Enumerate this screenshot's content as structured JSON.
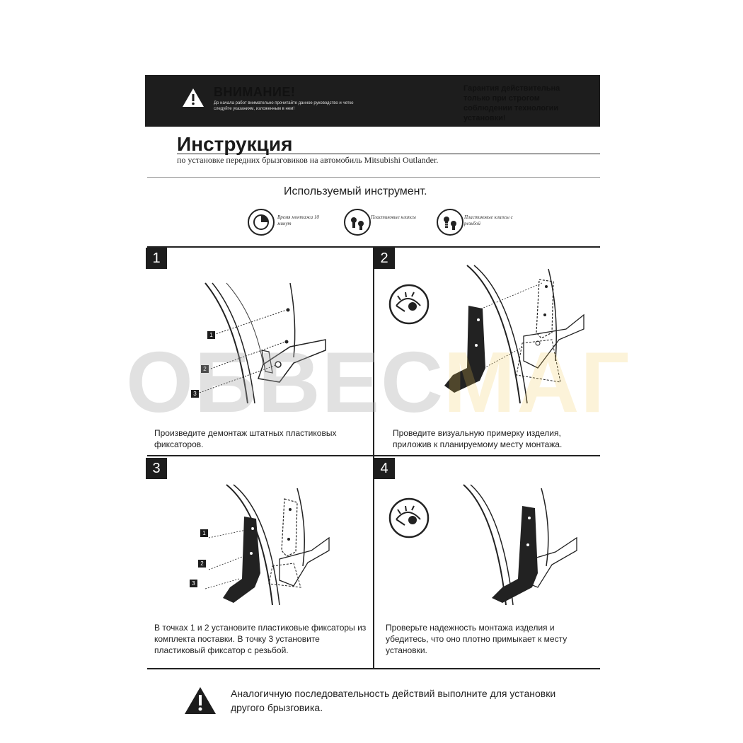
{
  "header": {
    "warning_title": "ВНИМАНИЕ!",
    "warning_text": "До начала работ внимательно прочитайте данное руководство и четко следуйте указаниям, изложенным в нем!",
    "guarantee_text": "Гарантия действительна только при строгом соблюдении технологии установки!"
  },
  "title": "Инструкция",
  "subtitle": "по установке передних брызговиков на автомобиль Mitsubishi Outlander.",
  "tools": {
    "heading": "Используемый инструмент.",
    "items": [
      {
        "icon": "clock-icon",
        "label": "Время монтажа 10 минут"
      },
      {
        "icon": "plastic-clips-icon",
        "label": "Пластиковые клипсы"
      },
      {
        "icon": "threaded-clips-icon",
        "label": "Пластиковые клипсы с резьбой"
      }
    ]
  },
  "steps": [
    {
      "number": "1",
      "text": "Произведите демонтаж штатных пластиковых фиксаторов.",
      "markers": [
        "1",
        "2",
        "3"
      ]
    },
    {
      "number": "2",
      "text": "Проведите визуальную примерку изделия, приложив к планируемому месту монтажа."
    },
    {
      "number": "3",
      "text": "В точках 1 и 2 установите пластиковые фиксаторы из комплекта поставки. В точку 3 установите пластиковый фиксатор с резьбой.",
      "markers": [
        "1",
        "2",
        "3"
      ]
    },
    {
      "number": "4",
      "text": "Проверьте надежность монтажа изделия и убедитесь, что оно плотно примыкает к месту установки."
    }
  ],
  "watermark": {
    "part1": "ОБВЕС",
    "part2": "МАГ"
  },
  "footer_text": "Аналогичную последовательность действий выполните для установки другого брызговика.",
  "colors": {
    "dark": "#1d1d1d",
    "watermark_gray": "#aaaaaa",
    "watermark_yellow": "#f0c850"
  }
}
